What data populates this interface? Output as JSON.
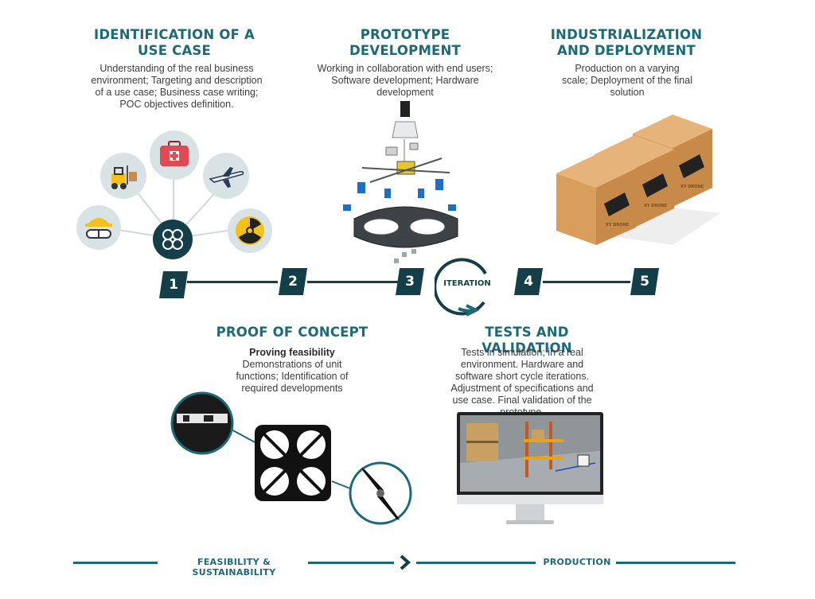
{
  "steps": [
    {
      "number": "1",
      "title": "IDENTIFICATION OF A USE CASE",
      "subtitle": "",
      "description": "Understanding of the real business environment; Targeting and description of a use case; Business case writing; POC objectives definition."
    },
    {
      "number": "2",
      "title": "PROOF OF CONCEPT",
      "subtitle": "Proving feasibility",
      "description": "Demonstrations of unit functions; Identification of required developments"
    },
    {
      "number": "3",
      "title": "PROTOTYPE DEVELOPMENT",
      "subtitle": "",
      "description": "Working in collaboration with end users; Software development; Hardware development"
    },
    {
      "number": "4",
      "title": "TESTS AND VALIDATION",
      "subtitle": "",
      "description": "Tests in simulation; in a real environment. Hardware and software short cycle iterations. Adjustment of specifications and use case. Final validation of the prototype."
    },
    {
      "number": "5",
      "title": "INDUSTRIALIZATION AND DEPLOYMENT",
      "subtitle": "",
      "description": "Production on a varying scale; Deployment of the final solution"
    }
  ],
  "iteration_label": "ITERATION",
  "footer": {
    "left": "FEASIBILITY & SUSTAINABILITY",
    "right": "PRODUCTION"
  },
  "box_label": "XY DRONE",
  "colors": {
    "teal": "#1d6a77",
    "dark": "#143f49",
    "cardboard": "#d9a066",
    "circle": "#d9e3e5"
  },
  "icons": [
    "hard-hat-goggles-icon",
    "forklift-icon",
    "first-aid-kit-icon",
    "airplane-icon",
    "radiation-icon",
    "drone-icon",
    "camera-sensor-icon",
    "propeller-icon",
    "exploded-drone-icon",
    "drone-boxes-icon",
    "simulation-monitor-icon"
  ]
}
